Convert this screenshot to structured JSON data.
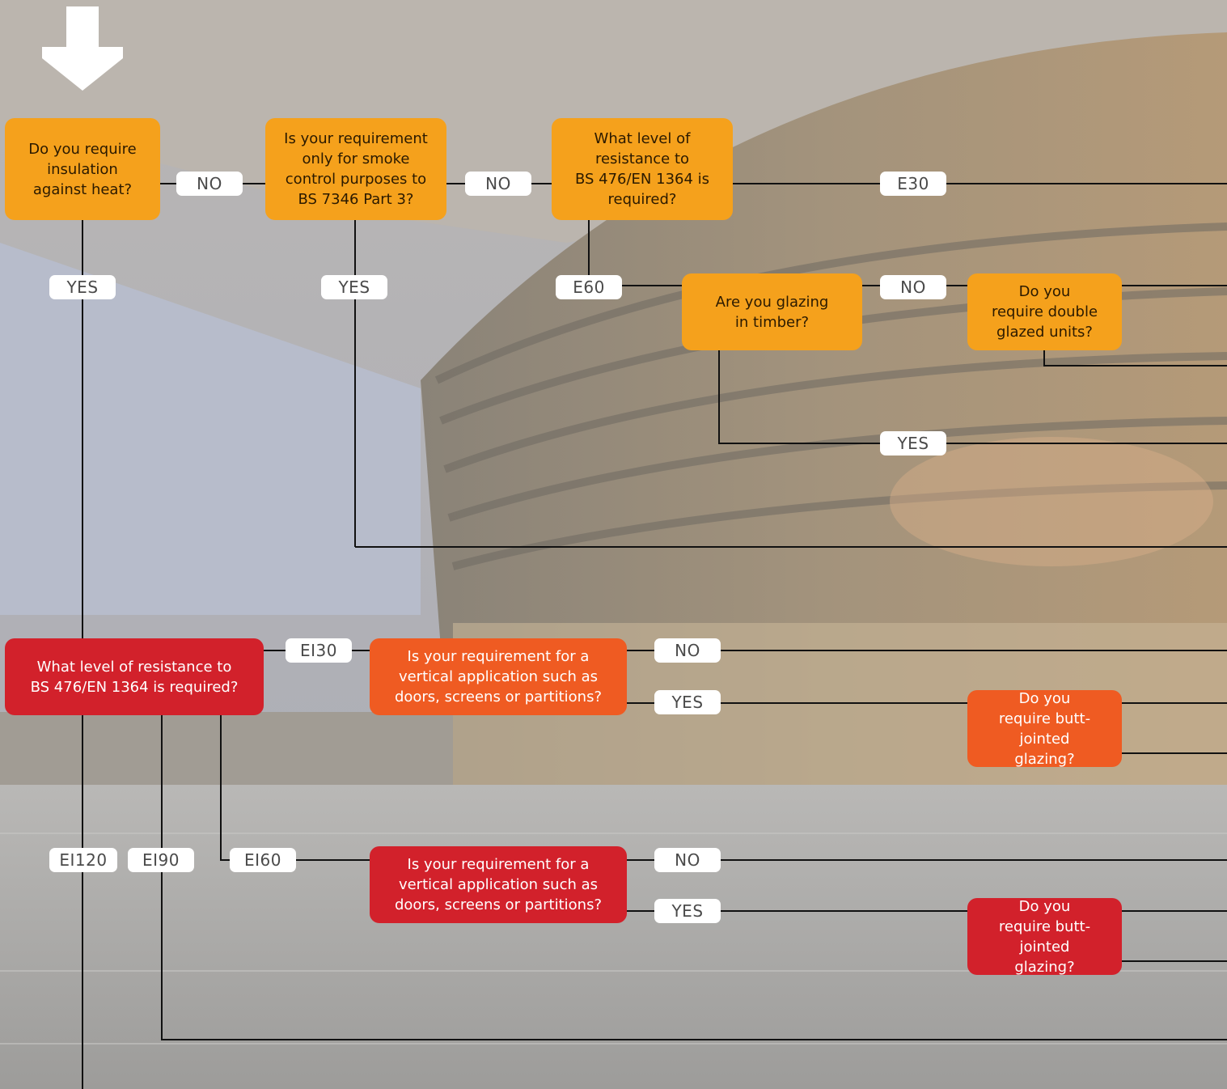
{
  "colors": {
    "yellow": "#f5a11c",
    "orange": "#ef5b22",
    "red": "#d2212b",
    "connector": "#111111",
    "label_bg": "#ffffff"
  },
  "start_icon": "down-arrow-icon",
  "questions": {
    "insulation": "Do you require\ninsulation\nagainst heat?",
    "smoke_control": "Is your requirement\nonly for smoke\ncontrol purposes to\nBS 7346 Part 3?",
    "e_level": "What level of\nresistance to\nBS 476/EN 1364 is\nrequired?",
    "timber": "Are you glazing\nin timber?",
    "double_glazed": "Do you\nrequire double\nglazed units?",
    "ei_level": "What level of resistance to\nBS 476/EN 1364 is required?",
    "vertical_ei30": "Is your requirement for a\nvertical application such as\ndoors, screens or partitions?",
    "butt_ei30": "Do you\nrequire butt-jointed\nglazing?",
    "vertical_ei60": "Is your requirement for a\nvertical application such as\ndoors, screens or partitions?",
    "butt_ei60": "Do you\nrequire butt-jointed\nglazing?"
  },
  "labels": {
    "no_insulation": "NO",
    "no_smoke": "NO",
    "e30": "E30",
    "yes_insulation": "YES",
    "yes_smoke": "YES",
    "e60": "E60",
    "no_timber": "NO",
    "yes_timber": "YES",
    "ei30": "EI30",
    "no_ei30": "NO",
    "yes_ei30": "YES",
    "ei120": "EI120",
    "ei90": "EI90",
    "ei60": "EI60",
    "no_ei60": "NO",
    "yes_ei60": "YES"
  }
}
